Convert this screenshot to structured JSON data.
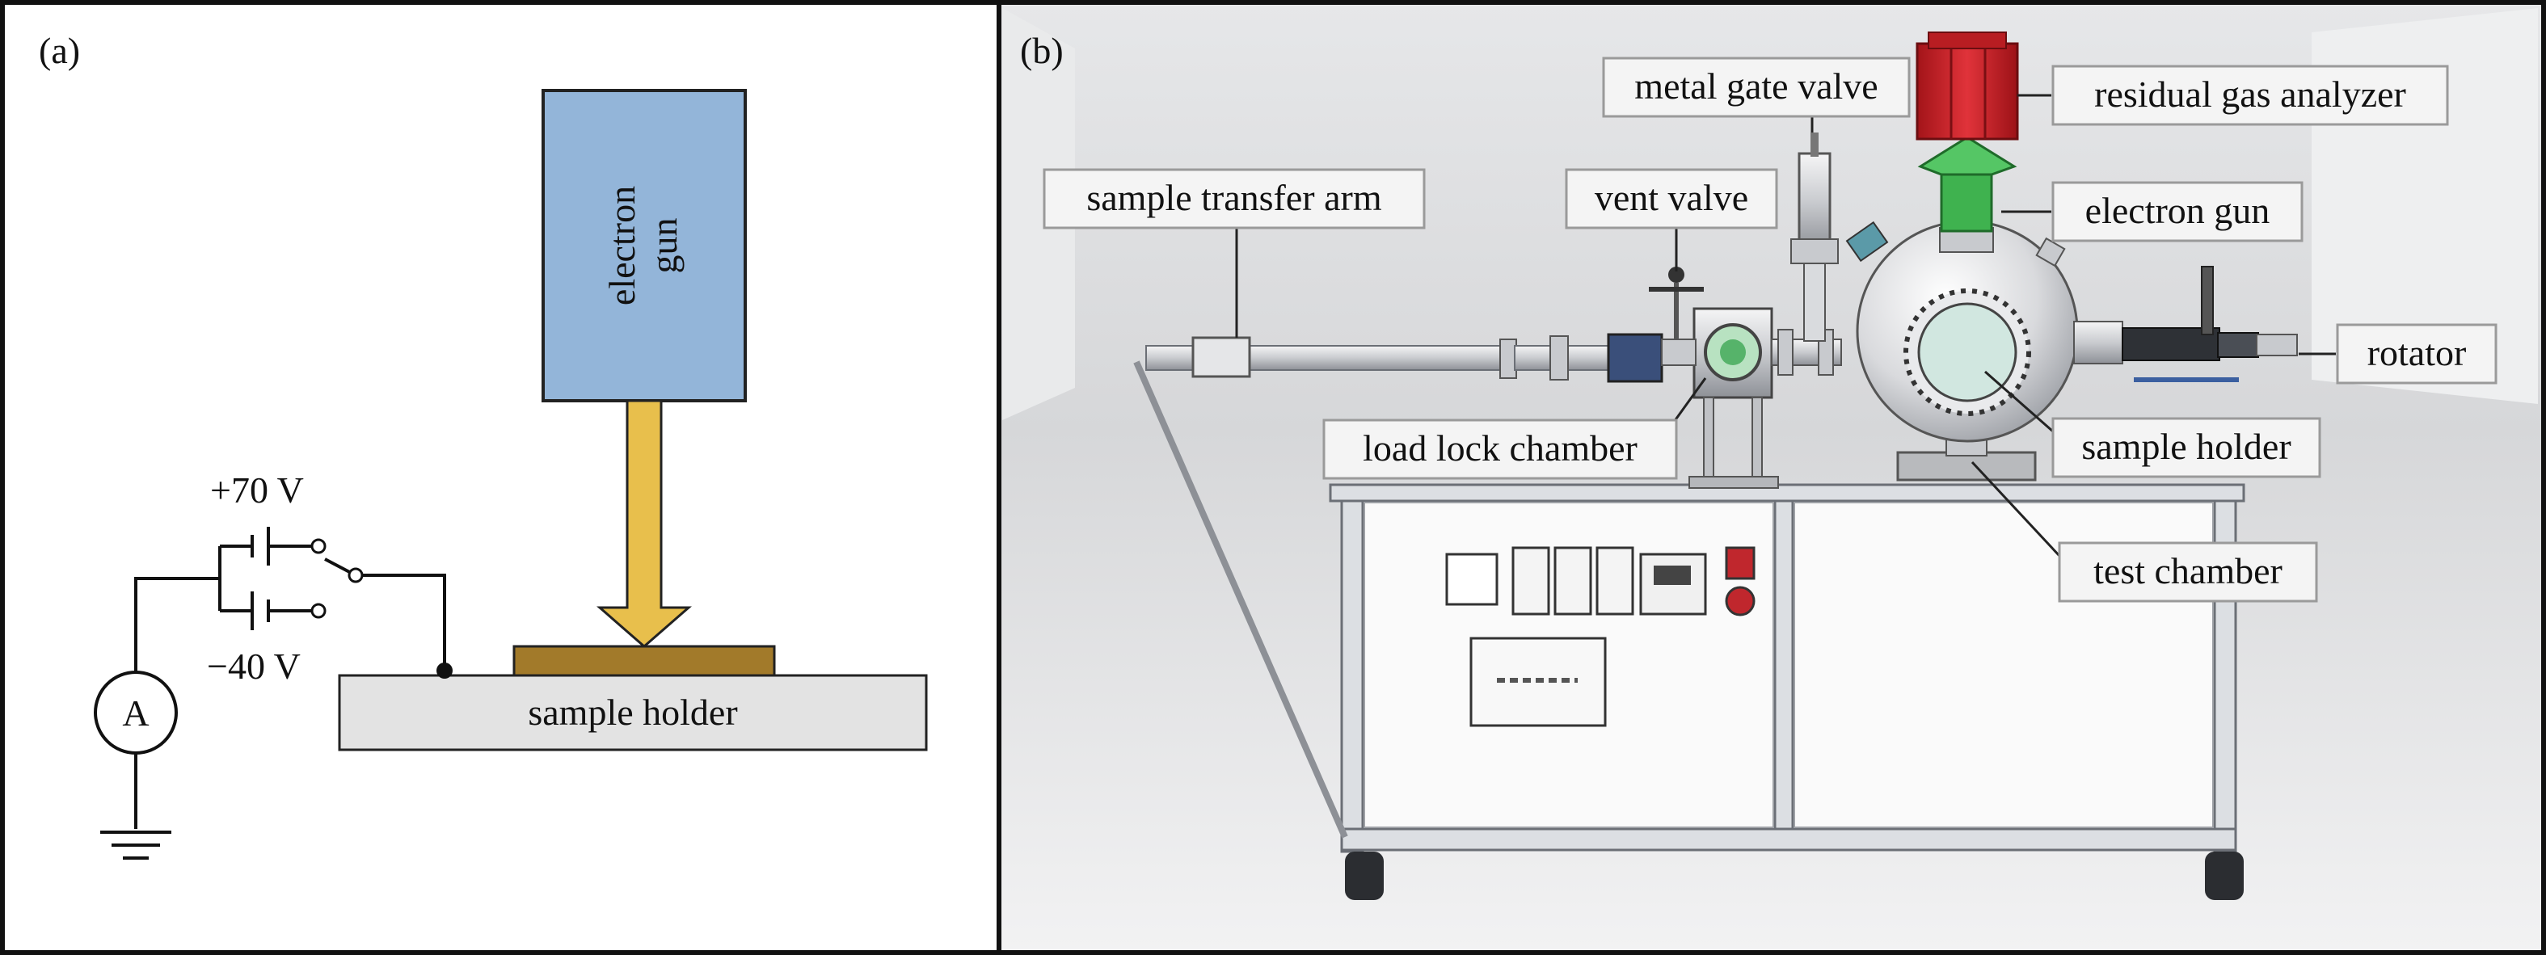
{
  "panel_a": {
    "label": "(a)",
    "electron_gun_label_line1": "electron",
    "electron_gun_label_line2": "gun",
    "sample_holder_label": "sample holder",
    "voltage_positive": "+70 V",
    "voltage_negative": "−40 V",
    "ammeter_label": "A",
    "colors": {
      "electron_gun": "#93b5d9",
      "beam_arrow": "#e8bf4c",
      "sample": "#a27a2a",
      "sample_holder": "#e3e3e3"
    }
  },
  "panel_b": {
    "label": "(b)",
    "callouts": {
      "metal_gate_valve": "metal gate valve",
      "residual_gas_analyzer": "residual gas analyzer",
      "sample_transfer_arm": "sample transfer arm",
      "vent_valve": "vent valve",
      "electron_gun": "electron gun",
      "rotator": "rotator",
      "load_lock_chamber": "load lock chamber",
      "sample_holder": "sample holder",
      "test_chamber": "test chamber"
    },
    "colors": {
      "rga": "#d9262c",
      "electron_gun": "#3fb24f",
      "background": "#d9dadc"
    }
  }
}
